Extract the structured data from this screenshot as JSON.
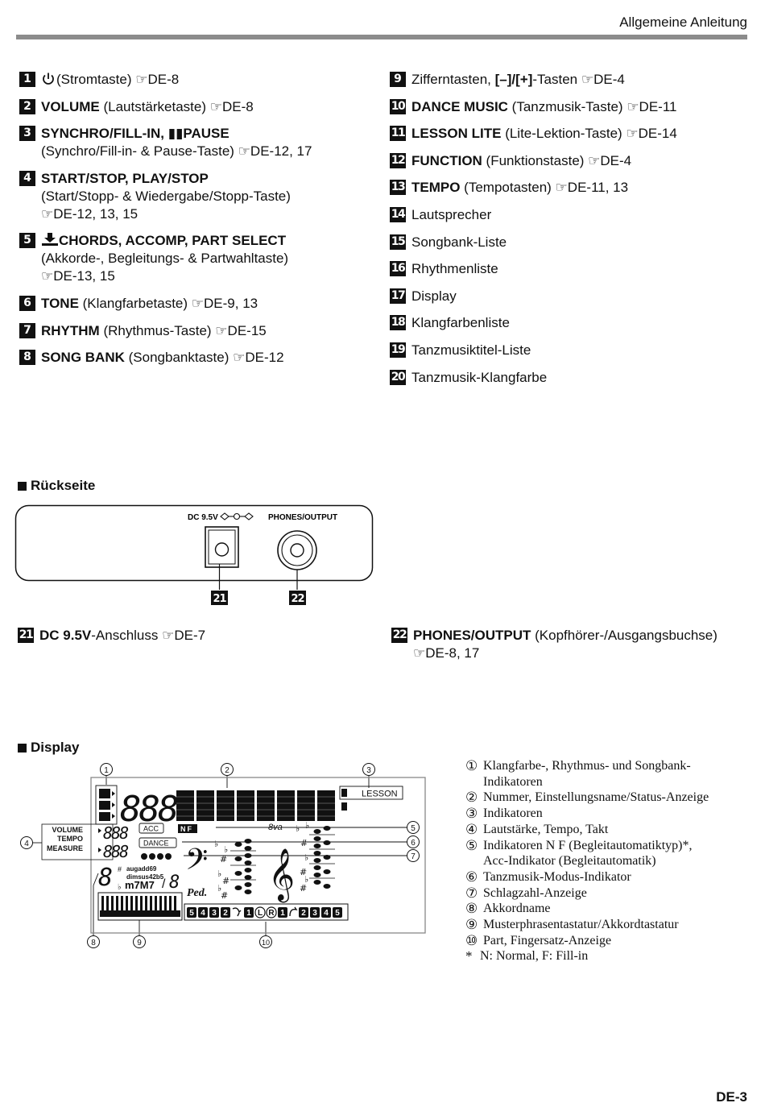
{
  "header": {
    "title": "Allgemeine Anleitung"
  },
  "ref_symbol": "☞",
  "left_items": [
    {
      "num": "1",
      "bold": "",
      "icon": "power-icon",
      "lines": [
        "(Stromtaste) ☞DE-8"
      ]
    },
    {
      "num": "2",
      "bold": "VOLUME",
      "lines": [
        " (Lautstärketaste) ☞DE-8"
      ]
    },
    {
      "num": "3",
      "bold": "SYNCHRO/FILL-IN, ▮▮PAUSE",
      "lines": [
        "",
        "(Synchro/Fill-in- & Pause-Taste) ☞DE-12, 17"
      ]
    },
    {
      "num": "4",
      "bold": "START/STOP, PLAY/STOP",
      "lines": [
        "",
        "(Start/Stopp- & Wiedergabe/Stopp-Taste)",
        "☞DE-12, 13, 15"
      ]
    },
    {
      "num": "5",
      "bold": "CHORDS, ACCOMP, PART SELECT",
      "icon": "download-icon",
      "lines": [
        "",
        "(Akkorde-, Begleitungs- & Partwahltaste)",
        "☞DE-13, 15"
      ]
    },
    {
      "num": "6",
      "bold": "TONE",
      "lines": [
        " (Klangfarbetaste) ☞DE-9, 13"
      ]
    },
    {
      "num": "7",
      "bold": "RHYTHM",
      "lines": [
        " (Rhythmus-Taste) ☞DE-15"
      ]
    },
    {
      "num": "8",
      "bold": "SONG BANK",
      "lines": [
        " (Songbanktaste) ☞DE-12"
      ]
    }
  ],
  "right_items": [
    {
      "num": "9",
      "pre": "Zifferntasten, ",
      "bold": "[–]/[+]",
      "post": "-Tasten ☞DE-4"
    },
    {
      "num": "10",
      "pre": "",
      "bold": "DANCE MUSIC",
      "post": " (Tanzmusik-Taste) ☞DE-11"
    },
    {
      "num": "11",
      "pre": "",
      "bold": "LESSON LITE",
      "post": " (Lite-Lektion-Taste) ☞DE-14"
    },
    {
      "num": "12",
      "pre": "",
      "bold": "FUNCTION",
      "post": " (Funktionstaste) ☞DE-4"
    },
    {
      "num": "13",
      "pre": "",
      "bold": "TEMPO",
      "post": " (Tempotasten) ☞DE-11, 13"
    },
    {
      "num": "14",
      "pre": "Lautsprecher",
      "bold": "",
      "post": ""
    },
    {
      "num": "15",
      "pre": "Songbank-Liste",
      "bold": "",
      "post": ""
    },
    {
      "num": "16",
      "pre": "Rhythmenliste",
      "bold": "",
      "post": ""
    },
    {
      "num": "17",
      "pre": "Display",
      "bold": "",
      "post": ""
    },
    {
      "num": "18",
      "pre": "Klangfarbenliste",
      "bold": "",
      "post": ""
    },
    {
      "num": "19",
      "pre": "Tanzmusiktitel-Liste",
      "bold": "",
      "post": ""
    },
    {
      "num": "20",
      "pre": "Tanzmusik-Klangfarbe",
      "bold": "",
      "post": ""
    }
  ],
  "rear": {
    "title": "Rückseite",
    "dc_label": "DC 9.5V",
    "phones_label": "PHONES/OUTPUT",
    "callout_21": "21",
    "callout_22": "22",
    "caption_21": {
      "num": "21",
      "bold": "DC 9.5V",
      "post": "-Anschluss ☞DE-7"
    },
    "caption_22": {
      "num": "22",
      "bold": "PHONES/OUTPUT",
      "post": " (Kopfhörer-/Ausgangsbuchse)",
      "line2": "☞DE-8, 17"
    }
  },
  "display": {
    "title": "Display",
    "lcd": {
      "digits": "888",
      "lesson": "LESSON",
      "volume": "VOLUME",
      "tempo": "TEMPO",
      "measure": "MEASURE",
      "acc": "ACC",
      "nf": "NF",
      "dance": "DANCE",
      "ottava": "8va",
      "chord1": "augadd69",
      "chord2": "dimsus42b5",
      "chord3": "m7M7",
      "ped": "Ped.",
      "fingers_left": [
        "5",
        "4",
        "3",
        "2"
      ],
      "fingers_mid": [
        "1",
        "L",
        "R",
        "1"
      ],
      "fingers_right": [
        "2",
        "3",
        "4",
        "5"
      ]
    },
    "callouts": [
      "1",
      "2",
      "3",
      "4",
      "5",
      "6",
      "7",
      "8",
      "9",
      "10"
    ],
    "items": [
      {
        "n": "①",
        "lines": [
          "Klangfarbe-, Rhythmus- und Songbank-",
          "Indikatoren"
        ]
      },
      {
        "n": "②",
        "lines": [
          "Nummer, Einstellungsname/Status-Anzeige"
        ]
      },
      {
        "n": "③",
        "lines": [
          "Indikatoren"
        ]
      },
      {
        "n": "④",
        "lines": [
          "Lautstärke, Tempo, Takt"
        ]
      },
      {
        "n": "⑤",
        "lines": [
          "Indikatoren N F (Begleitautomatiktyp)*,",
          "Acc-Indikator (Begleitautomatik)"
        ]
      },
      {
        "n": "⑥",
        "lines": [
          "Tanzmusik-Modus-Indikator"
        ]
      },
      {
        "n": "⑦",
        "lines": [
          "Schlagzahl-Anzeige"
        ]
      },
      {
        "n": "⑧",
        "lines": [
          "Akkordname"
        ]
      },
      {
        "n": "⑨",
        "lines": [
          "Musterphrasentastatur/Akkordtastatur"
        ]
      },
      {
        "n": "⑩",
        "lines": [
          "Part, Fingersatz-Anzeige"
        ]
      }
    ],
    "footnote": {
      "mark": "*",
      "text": "N: Normal, F: Fill-in"
    }
  },
  "footer": {
    "page": "DE-3"
  }
}
